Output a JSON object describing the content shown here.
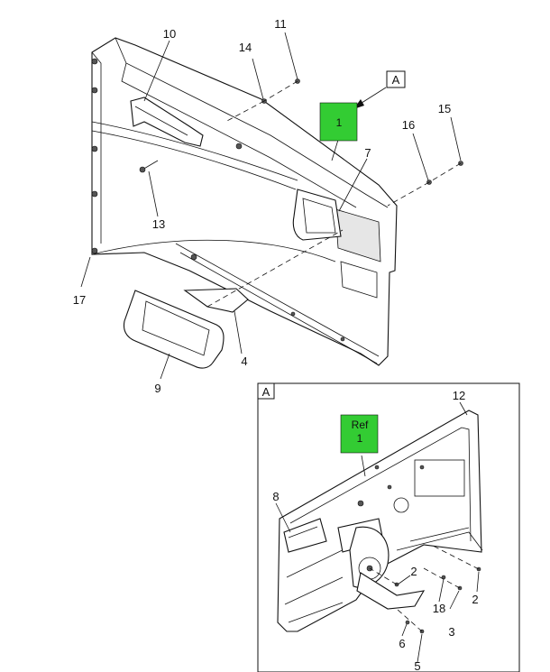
{
  "colors": {
    "callout_box": "#33cc33",
    "line": "#111111",
    "background": "#ffffff"
  },
  "callouts": {
    "c1": "1",
    "c2a": "2",
    "c2b": "2",
    "c3": "3",
    "c4": "4",
    "c5": "5",
    "c6": "6",
    "c7": "7",
    "c8": "8",
    "c9": "9",
    "c10": "10",
    "c11": "11",
    "c12": "12",
    "c13": "13",
    "c14": "14",
    "c15": "15",
    "c16": "16",
    "c17": "17",
    "c18": "18"
  },
  "view_flag": {
    "label": "A"
  },
  "detail": {
    "label": "A",
    "ref_line1": "Ref",
    "ref_line2": "1"
  }
}
